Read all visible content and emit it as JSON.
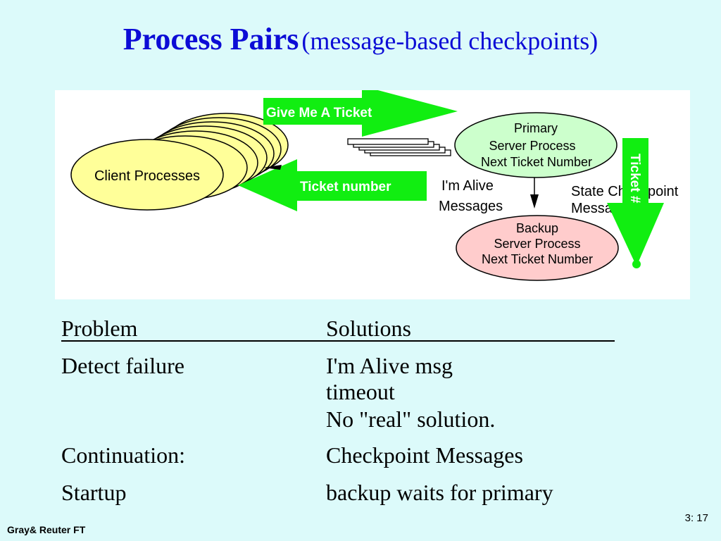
{
  "title": {
    "main": "Process Pairs",
    "sub": "(message-based checkpoints)"
  },
  "diagram": {
    "client_label": "Client Processes",
    "give_ticket_label": "Give Me A Ticket",
    "ticket_number_label": "Ticket number",
    "primary": {
      "line1": "Primary",
      "line2": "Server Process",
      "line3": "Next Ticket Number"
    },
    "backup": {
      "line1": "Backup",
      "line2": "Server Process",
      "line3": "Next Ticket Number"
    },
    "alive_line1": "I'm Alive",
    "alive_line2": "Messages",
    "state_line1": "State Checkpoint",
    "state_line2": "Messages",
    "ticket_hash_label": "Ticket #",
    "colors": {
      "arrow": "#11ee11",
      "client_fill": "#ffff99",
      "primary_fill": "#ccffcc",
      "backup_fill": "#ffcccc",
      "title": "#0c0cd6",
      "background": "#dcfafa"
    }
  },
  "table": {
    "header_problem": "Problem",
    "header_solutions": "Solutions",
    "rows": [
      {
        "problem": "Detect failure",
        "solutions": [
          "I'm Alive msg",
          "timeout",
          "No \"real\" solution."
        ]
      },
      {
        "problem": "Continuation:",
        "solutions": [
          "Checkpoint Messages"
        ]
      },
      {
        "problem": "Startup",
        "solutions": [
          "backup waits for primary"
        ]
      }
    ]
  },
  "footer": {
    "left": "Gray& Reuter  FT",
    "page": "3: 17"
  }
}
